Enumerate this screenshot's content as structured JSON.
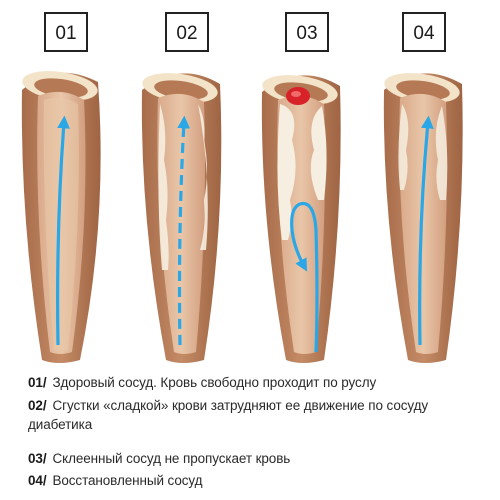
{
  "panels": [
    {
      "number": "01"
    },
    {
      "number": "02"
    },
    {
      "number": "03"
    },
    {
      "number": "04"
    }
  ],
  "captions": [
    {
      "num": "01/",
      "text": "Здоровый сосуд. Кровь свободно проходит по руслу"
    },
    {
      "num": "02/",
      "text": "Сгустки «сладкой» крови затрудняют ее движение по сосуду диабетика"
    },
    {
      "num": "03/",
      "text": "Склеенный сосуд не пропускает кровь"
    },
    {
      "num": "04/",
      "text": "Восстановленный сосуд"
    }
  ],
  "colors": {
    "vessel_wall": "#b57a55",
    "vessel_inner": "#d8a582",
    "vessel_lumen": "#e7c8a8",
    "vessel_rim": "#f3e3c8",
    "plaque": "#f6eee0",
    "clot": "#d8222a",
    "arrow": "#2aa7e6",
    "box_border": "#222222"
  },
  "icons": {
    "flow_arrow": "arrow-up-icon",
    "dashed_flow_arrow": "dashed-arrow-up-icon",
    "u_turn_arrow": "u-turn-arrow-icon",
    "clot": "blood-clot-icon"
  }
}
